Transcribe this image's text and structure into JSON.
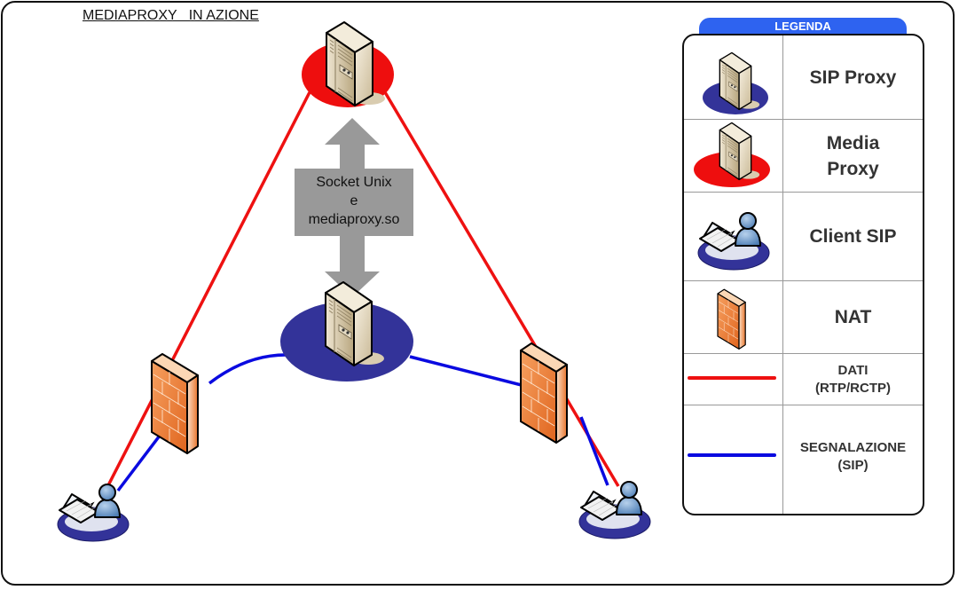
{
  "title": "MEDIAPROXY   IN AZIONE",
  "socket_label": {
    "line1": "Socket Unix",
    "line2": "e",
    "line3": "mediaproxy.so"
  },
  "colors": {
    "data_line": "#ee1111",
    "signal_line": "#0a0ae0",
    "media_proxy_base": "#ee0e0e",
    "sip_proxy_base": "#333399",
    "arrow": "#999999",
    "legend_tab": "#2e63f0",
    "firewall": "#f08a3c"
  },
  "nodes": [
    {
      "id": "media-proxy",
      "type": "Media Proxy"
    },
    {
      "id": "sip-proxy",
      "type": "SIP Proxy"
    },
    {
      "id": "nat-left",
      "type": "NAT"
    },
    {
      "id": "nat-right",
      "type": "NAT"
    },
    {
      "id": "client-left",
      "type": "Client SIP"
    },
    {
      "id": "client-right",
      "type": "Client SIP"
    }
  ],
  "legend": {
    "title": "LEGENDA",
    "items": [
      {
        "symbol": "server-blue-base-icon",
        "label": "SIP Proxy"
      },
      {
        "symbol": "server-red-base-icon",
        "label_line1": "Media",
        "label_line2": "Proxy"
      },
      {
        "symbol": "laptop-user-icon",
        "label": "Client SIP"
      },
      {
        "symbol": "firewall-icon",
        "label": "NAT"
      },
      {
        "symbol": "red-line",
        "label_line1": "DATI",
        "label_line2": "(RTP/RCTP)"
      },
      {
        "symbol": "blue-line",
        "label_line1": "SEGNALAZIONE",
        "label_line2": "(SIP)"
      }
    ]
  }
}
